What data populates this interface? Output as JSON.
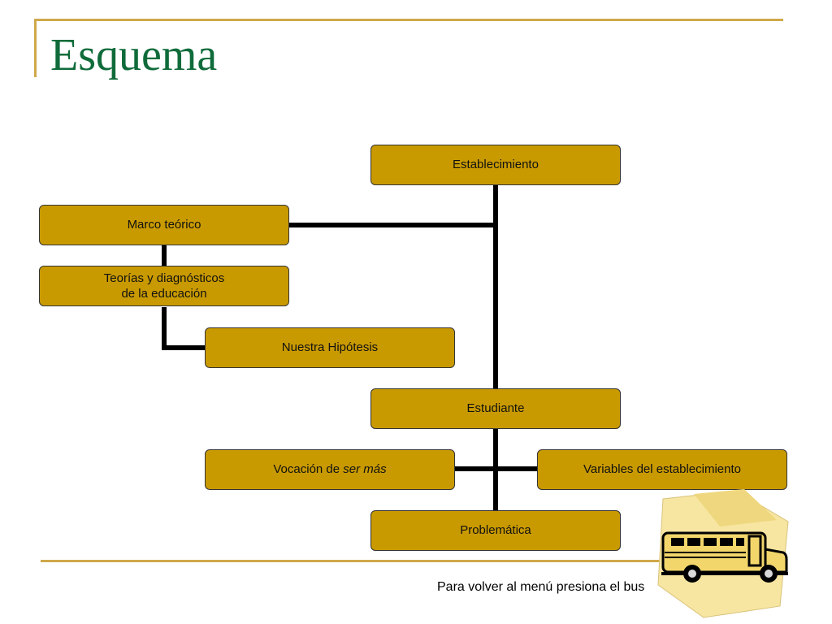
{
  "slide": {
    "title": "Esquema",
    "footer": "Para volver al menú presiona el bus"
  },
  "diagram": {
    "establecimiento": "Establecimiento",
    "marco": "Marco teórico",
    "teorias_line1": "Teorías y diagnósticos",
    "teorias_line2": "de la educación",
    "hipotesis": "Nuestra Hipótesis",
    "estudiante": "Estudiante",
    "vocacion_prefix": "Vocación de ",
    "vocacion_em": "ser más",
    "variables": "Variables del establecimiento",
    "problematica": "Problemática"
  },
  "colors": {
    "box_fill": "#c99a00",
    "title": "#0f6b3a",
    "rule": "#cfa84a"
  }
}
